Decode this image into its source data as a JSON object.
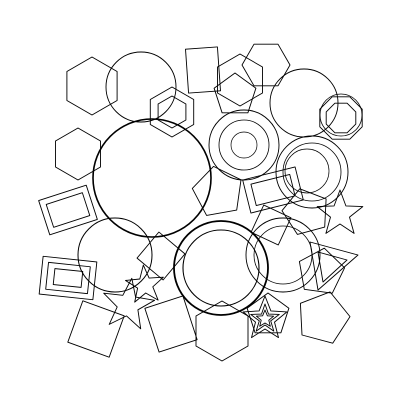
{
  "canvas": {
    "background": "#ffffff",
    "stroke": "#000000"
  },
  "shapes": [
    {
      "kind": "circle"
    },
    {
      "kind": "circle"
    },
    {
      "kind": "circle"
    },
    {
      "kind": "circle"
    },
    {
      "kind": "circle"
    },
    {
      "kind": "circle"
    },
    {
      "kind": "circle"
    },
    {
      "kind": "circle"
    },
    {
      "kind": "circle"
    },
    {
      "kind": "circle"
    },
    {
      "kind": "circle"
    },
    {
      "kind": "circle"
    },
    {
      "kind": "circle"
    },
    {
      "kind": "circle"
    },
    {
      "kind": "circle"
    },
    {
      "kind": "hexagon"
    },
    {
      "kind": "hexagon"
    },
    {
      "kind": "hexagon"
    },
    {
      "kind": "hexagon"
    },
    {
      "kind": "hexagon"
    },
    {
      "kind": "hexagon"
    },
    {
      "kind": "hexagon"
    },
    {
      "kind": "octagon"
    },
    {
      "kind": "octagon"
    },
    {
      "kind": "pentagon"
    },
    {
      "kind": "pentagon"
    },
    {
      "kind": "pentagon"
    },
    {
      "kind": "pentagon"
    },
    {
      "kind": "pentagon"
    },
    {
      "kind": "pentagon"
    },
    {
      "kind": "star"
    },
    {
      "kind": "star"
    },
    {
      "kind": "star"
    },
    {
      "kind": "star"
    },
    {
      "kind": "star"
    },
    {
      "kind": "star"
    },
    {
      "kind": "triangle"
    },
    {
      "kind": "triangle"
    },
    {
      "kind": "square"
    },
    {
      "kind": "square"
    },
    {
      "kind": "square"
    },
    {
      "kind": "square"
    },
    {
      "kind": "square"
    },
    {
      "kind": "square"
    },
    {
      "kind": "square"
    },
    {
      "kind": "square"
    },
    {
      "kind": "square"
    },
    {
      "kind": "square"
    },
    {
      "kind": "square"
    },
    {
      "kind": "square"
    },
    {
      "kind": "square"
    },
    {
      "kind": "square"
    }
  ]
}
